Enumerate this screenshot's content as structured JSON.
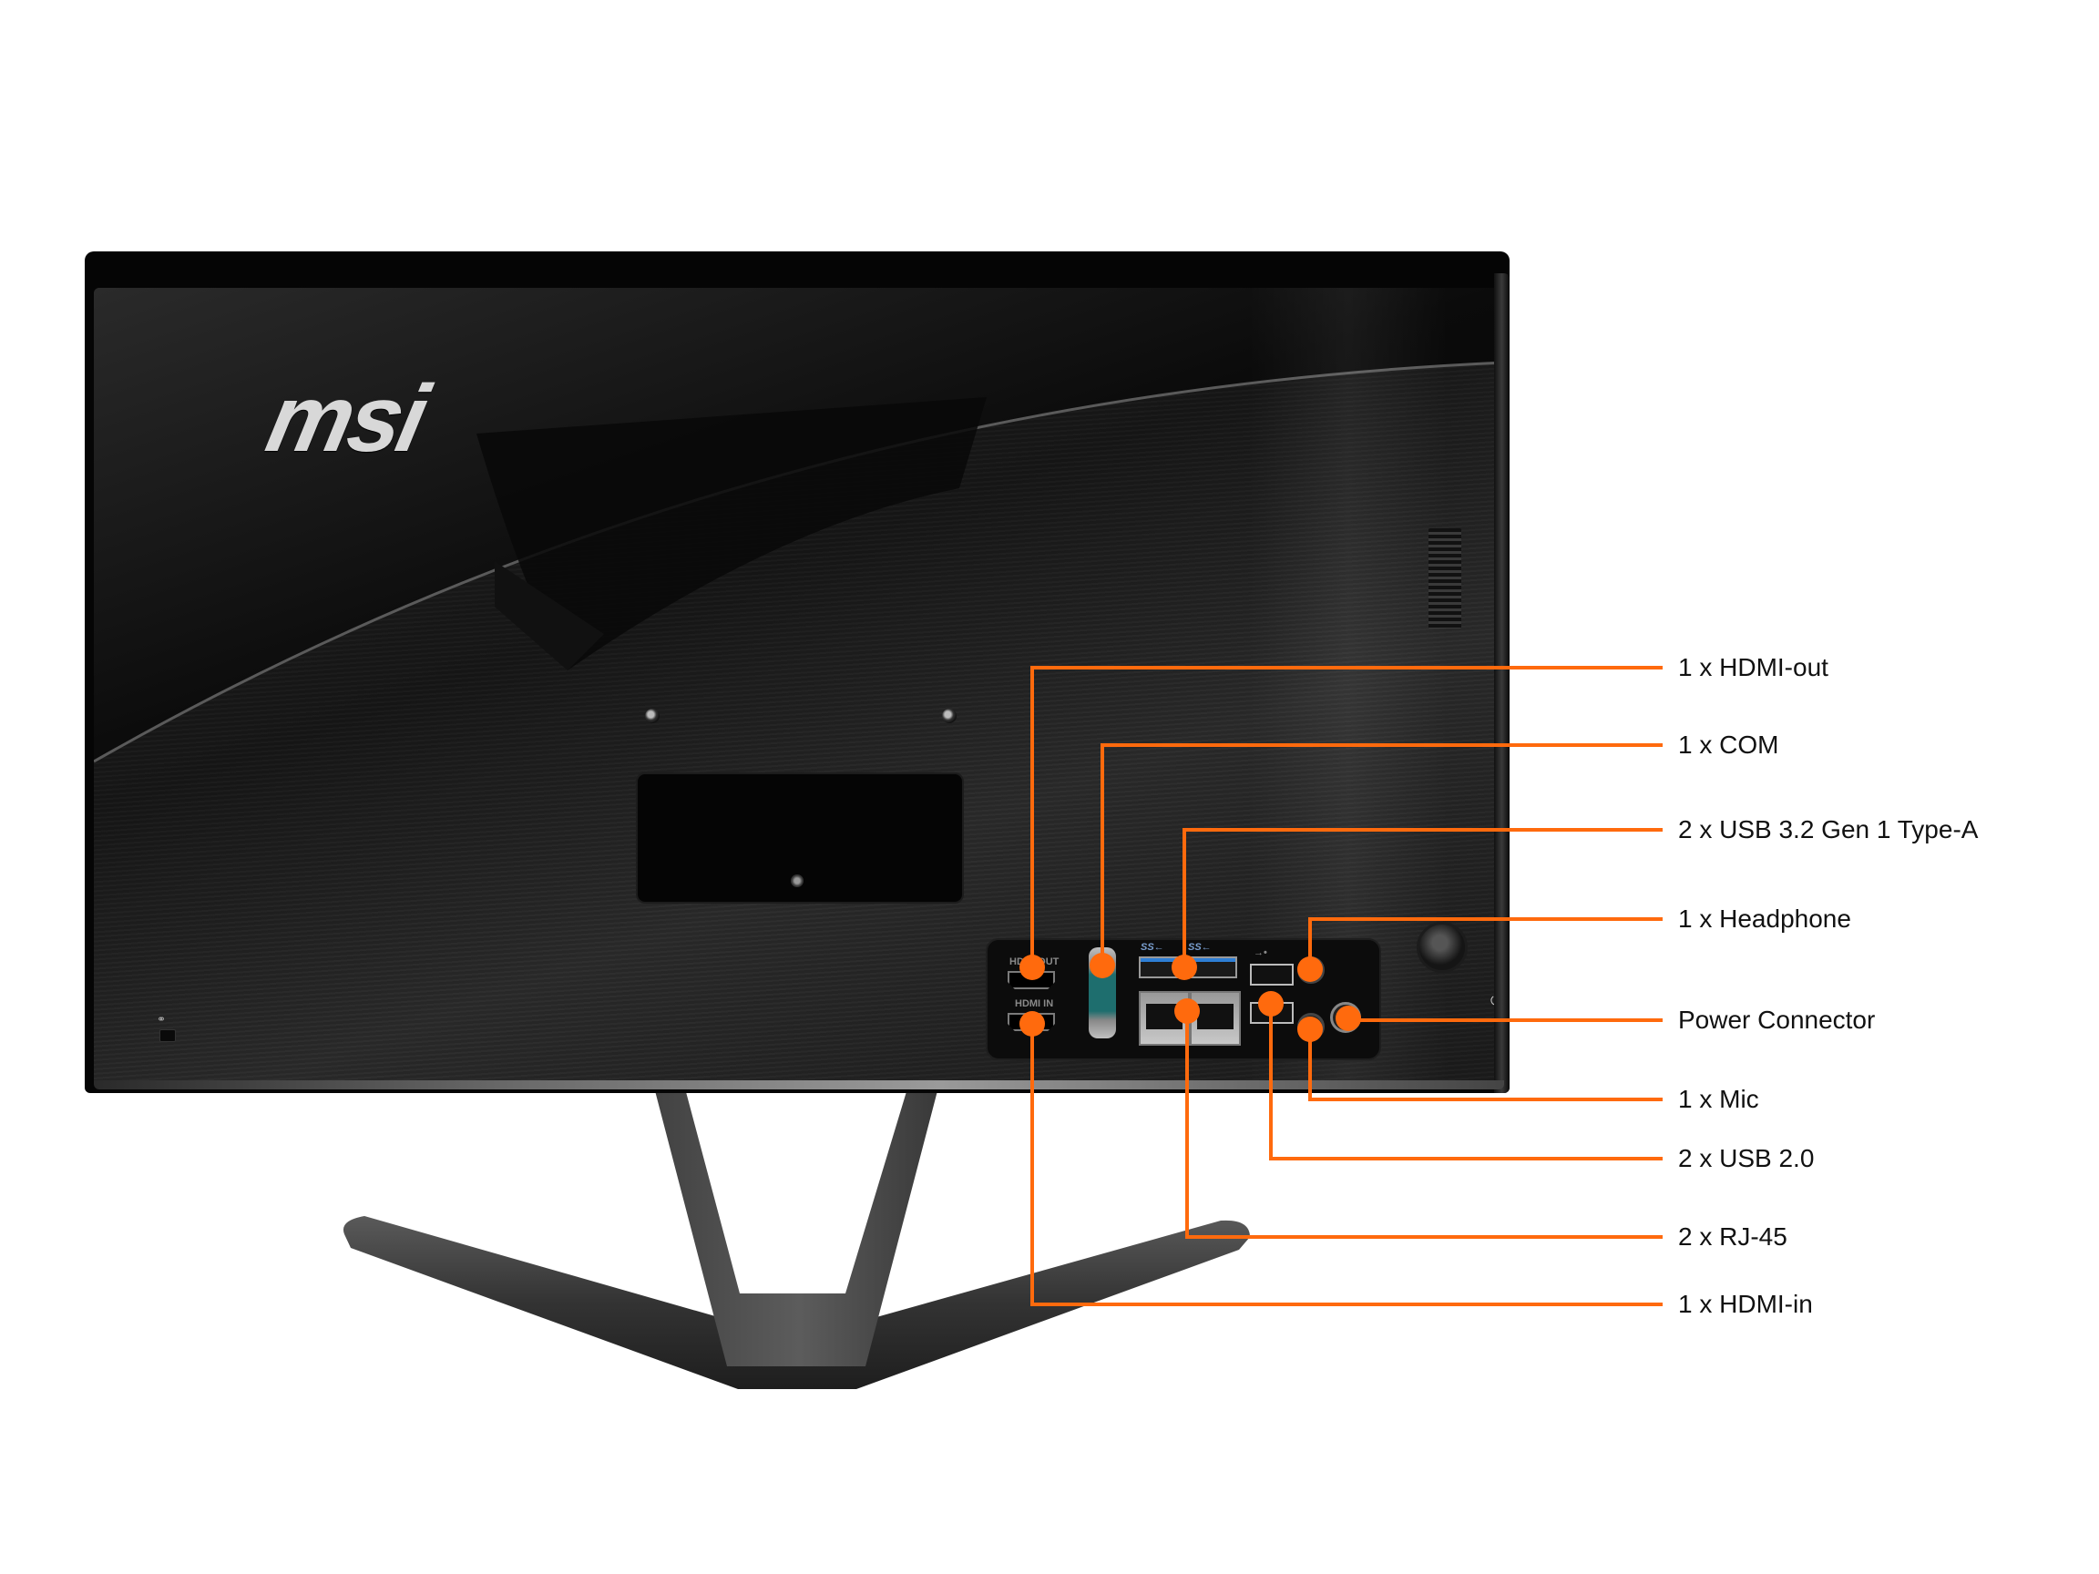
{
  "product": {
    "brand_logo": "msi",
    "description": "All-in-one PC rear view with labeled I/O ports"
  },
  "colors": {
    "accent": "#ff6a0d",
    "label_text": "#111111",
    "background": "#ffffff",
    "chassis": "#1a1a1a"
  },
  "io_panel_labels": {
    "hdmi_out": "HDMI OUT",
    "hdmi_in": "HDMI IN",
    "usb3_logo": "SS←",
    "usb2_logo": "→•"
  },
  "callouts": [
    {
      "id": "hdmi-out",
      "label": "1 x HDMI-out",
      "icon": "hdmi-port-icon"
    },
    {
      "id": "com",
      "label": "1 x COM",
      "icon": "serial-port-icon"
    },
    {
      "id": "usb32",
      "label": "2 x USB 3.2 Gen 1 Type-A",
      "icon": "usb3-port-icon"
    },
    {
      "id": "headphone",
      "label": "1 x Headphone",
      "icon": "headphone-jack-icon"
    },
    {
      "id": "power",
      "label": "Power Connector",
      "icon": "dc-power-icon"
    },
    {
      "id": "mic",
      "label": "1 x Mic",
      "icon": "mic-jack-icon"
    },
    {
      "id": "usb20",
      "label": "2 x USB 2.0",
      "icon": "usb2-port-icon"
    },
    {
      "id": "rj45",
      "label": "2 x RJ-45",
      "icon": "ethernet-port-icon"
    },
    {
      "id": "hdmi-in",
      "label": "1 x HDMI-in",
      "icon": "hdmi-port-icon"
    }
  ]
}
